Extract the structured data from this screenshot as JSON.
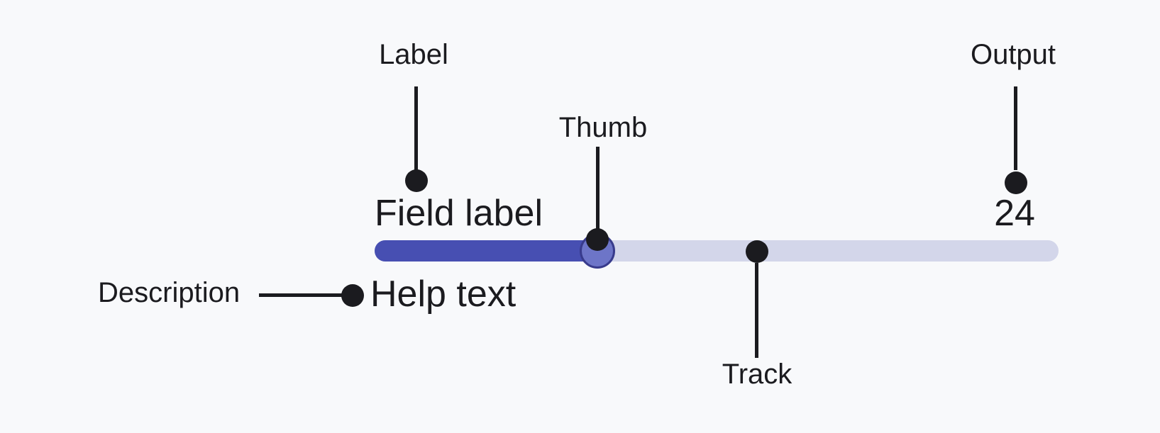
{
  "annotations": {
    "label": "Label",
    "thumb": "Thumb",
    "output": "Output",
    "track": "Track",
    "description": "Description"
  },
  "slider": {
    "field_label": "Field label",
    "help_text": "Help text",
    "output_value": "24",
    "fill_percent": 32.6
  },
  "colors": {
    "background": "#f8f9fb",
    "annotation": "#1b1b1f",
    "track_fill": "#474fb2",
    "track_empty": "#d3d6ea",
    "thumb_fill": "#6d75c8",
    "thumb_border": "#383b8c"
  }
}
